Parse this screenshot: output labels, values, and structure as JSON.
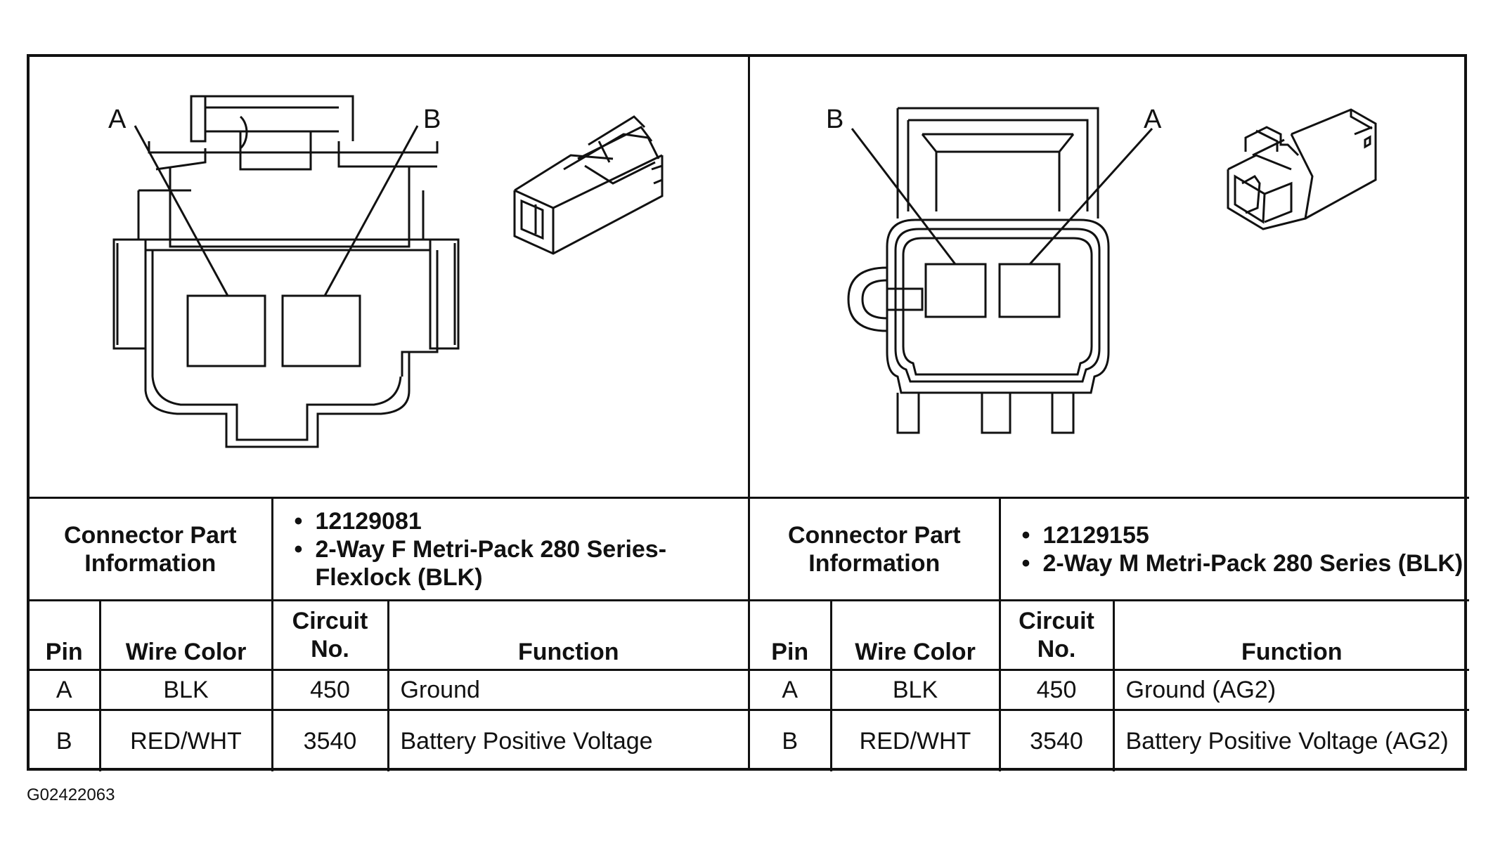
{
  "figure_id": "G02422063",
  "colors": {
    "line": "#111111",
    "background": "#ffffff"
  },
  "left": {
    "pin_labels": {
      "a": "A",
      "b": "B"
    },
    "info_heading": "Connector Part Information",
    "info_items": [
      "12129081",
      "2-Way F Metri-Pack 280 Series-Flexlock (BLK)"
    ],
    "columns": {
      "pin": "Pin",
      "wire_color": "Wire Color",
      "circuit": "Circuit No.",
      "function": "Function"
    },
    "rows": [
      {
        "pin": "A",
        "wire_color": "BLK",
        "circuit": "450",
        "function": "Ground"
      },
      {
        "pin": "B",
        "wire_color": "RED/WHT",
        "circuit": "3540",
        "function": "Battery Positive Voltage"
      }
    ]
  },
  "right": {
    "pin_labels": {
      "a": "A",
      "b": "B"
    },
    "info_heading": "Connector Part Information",
    "info_items": [
      "12129155",
      "2-Way M Metri-Pack 280 Series (BLK)"
    ],
    "columns": {
      "pin": "Pin",
      "wire_color": "Wire Color",
      "circuit": "Circuit No.",
      "function": "Function"
    },
    "rows": [
      {
        "pin": "A",
        "wire_color": "BLK",
        "circuit": "450",
        "function": "Ground (AG2)"
      },
      {
        "pin": "B",
        "wire_color": "RED/WHT",
        "circuit": "3540",
        "function": "Battery Positive Voltage (AG2)"
      }
    ]
  }
}
